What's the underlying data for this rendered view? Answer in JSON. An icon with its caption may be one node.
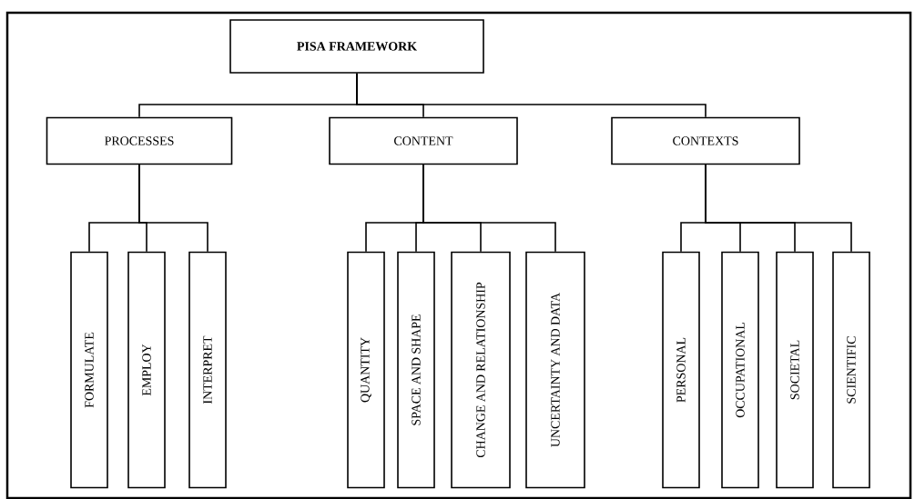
{
  "diagram": {
    "nodes": [
      {
        "text": [
          "PISA FRAMEWORK"
        ]
      },
      {
        "text": [
          "PROCESSES"
        ]
      },
      {
        "text": [
          "CONTENT"
        ]
      },
      {
        "text": [
          "CONTEXTS"
        ]
      },
      {
        "text": [
          "FORMULATE"
        ]
      },
      {
        "text": [
          "EMPLOY"
        ]
      },
      {
        "text": [
          "INTERPRET"
        ]
      },
      {
        "text": [
          "QUANTITY"
        ]
      },
      {
        "text": [
          "SPACE AND SHAPE"
        ]
      },
      {
        "text": [
          "CHANGE AND RELATIONSHIP"
        ]
      },
      {
        "text": [
          "UNCERTAINTY AND DATA"
        ]
      },
      {
        "text": [
          "PERSONAL"
        ]
      },
      {
        "text": [
          "OCCUPATIONAL"
        ]
      },
      {
        "text": [
          "SOCIETAL"
        ]
      },
      {
        "text": [
          "SCIENTIFIC"
        ]
      }
    ],
    "edges": [
      {
        "from": 0,
        "to": 1,
        "arrow": "none"
      },
      {
        "from": 0,
        "to": 2,
        "arrow": "none"
      },
      {
        "from": 0,
        "to": 3,
        "arrow": "none"
      },
      {
        "from": 1,
        "to": 4,
        "arrow": "none"
      },
      {
        "from": 1,
        "to": 5,
        "arrow": "none"
      },
      {
        "from": 1,
        "to": 6,
        "arrow": "none"
      },
      {
        "from": 2,
        "to": 7,
        "arrow": "none"
      },
      {
        "from": 2,
        "to": 8,
        "arrow": "none"
      },
      {
        "from": 2,
        "to": 9,
        "arrow": "none"
      },
      {
        "from": 2,
        "to": 10,
        "arrow": "none"
      },
      {
        "from": 3,
        "to": 11,
        "arrow": "none"
      },
      {
        "from": 3,
        "to": 12,
        "arrow": "none"
      },
      {
        "from": 3,
        "to": 13,
        "arrow": "none"
      },
      {
        "from": 3,
        "to": 14,
        "arrow": "none"
      }
    ]
  }
}
